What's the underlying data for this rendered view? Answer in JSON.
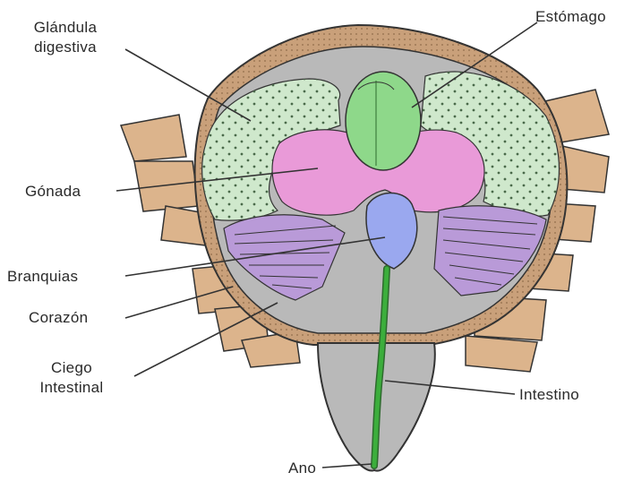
{
  "labels": {
    "glandula_line1": "Glándula",
    "glandula_line2": "digestiva",
    "estomago": "Estómago",
    "gonada": "Gónada",
    "branquias": "Branquias",
    "corazon": "Corazón",
    "ciego_line1": "Ciego",
    "ciego_line2": "Intestinal",
    "intestino": "Intestino",
    "ano": "Ano"
  },
  "colors": {
    "shell": "#c9a07a",
    "legs": "#dcb48c",
    "body": "#b9b9b9",
    "digestive_gland": "#cfe8cc",
    "stomach": "#8ed88a",
    "gonad": "#e99ad8",
    "heart": "#9aa8ef",
    "gills": "#b99ad8",
    "intestine": "#3cae3c",
    "lines": "#333333"
  }
}
